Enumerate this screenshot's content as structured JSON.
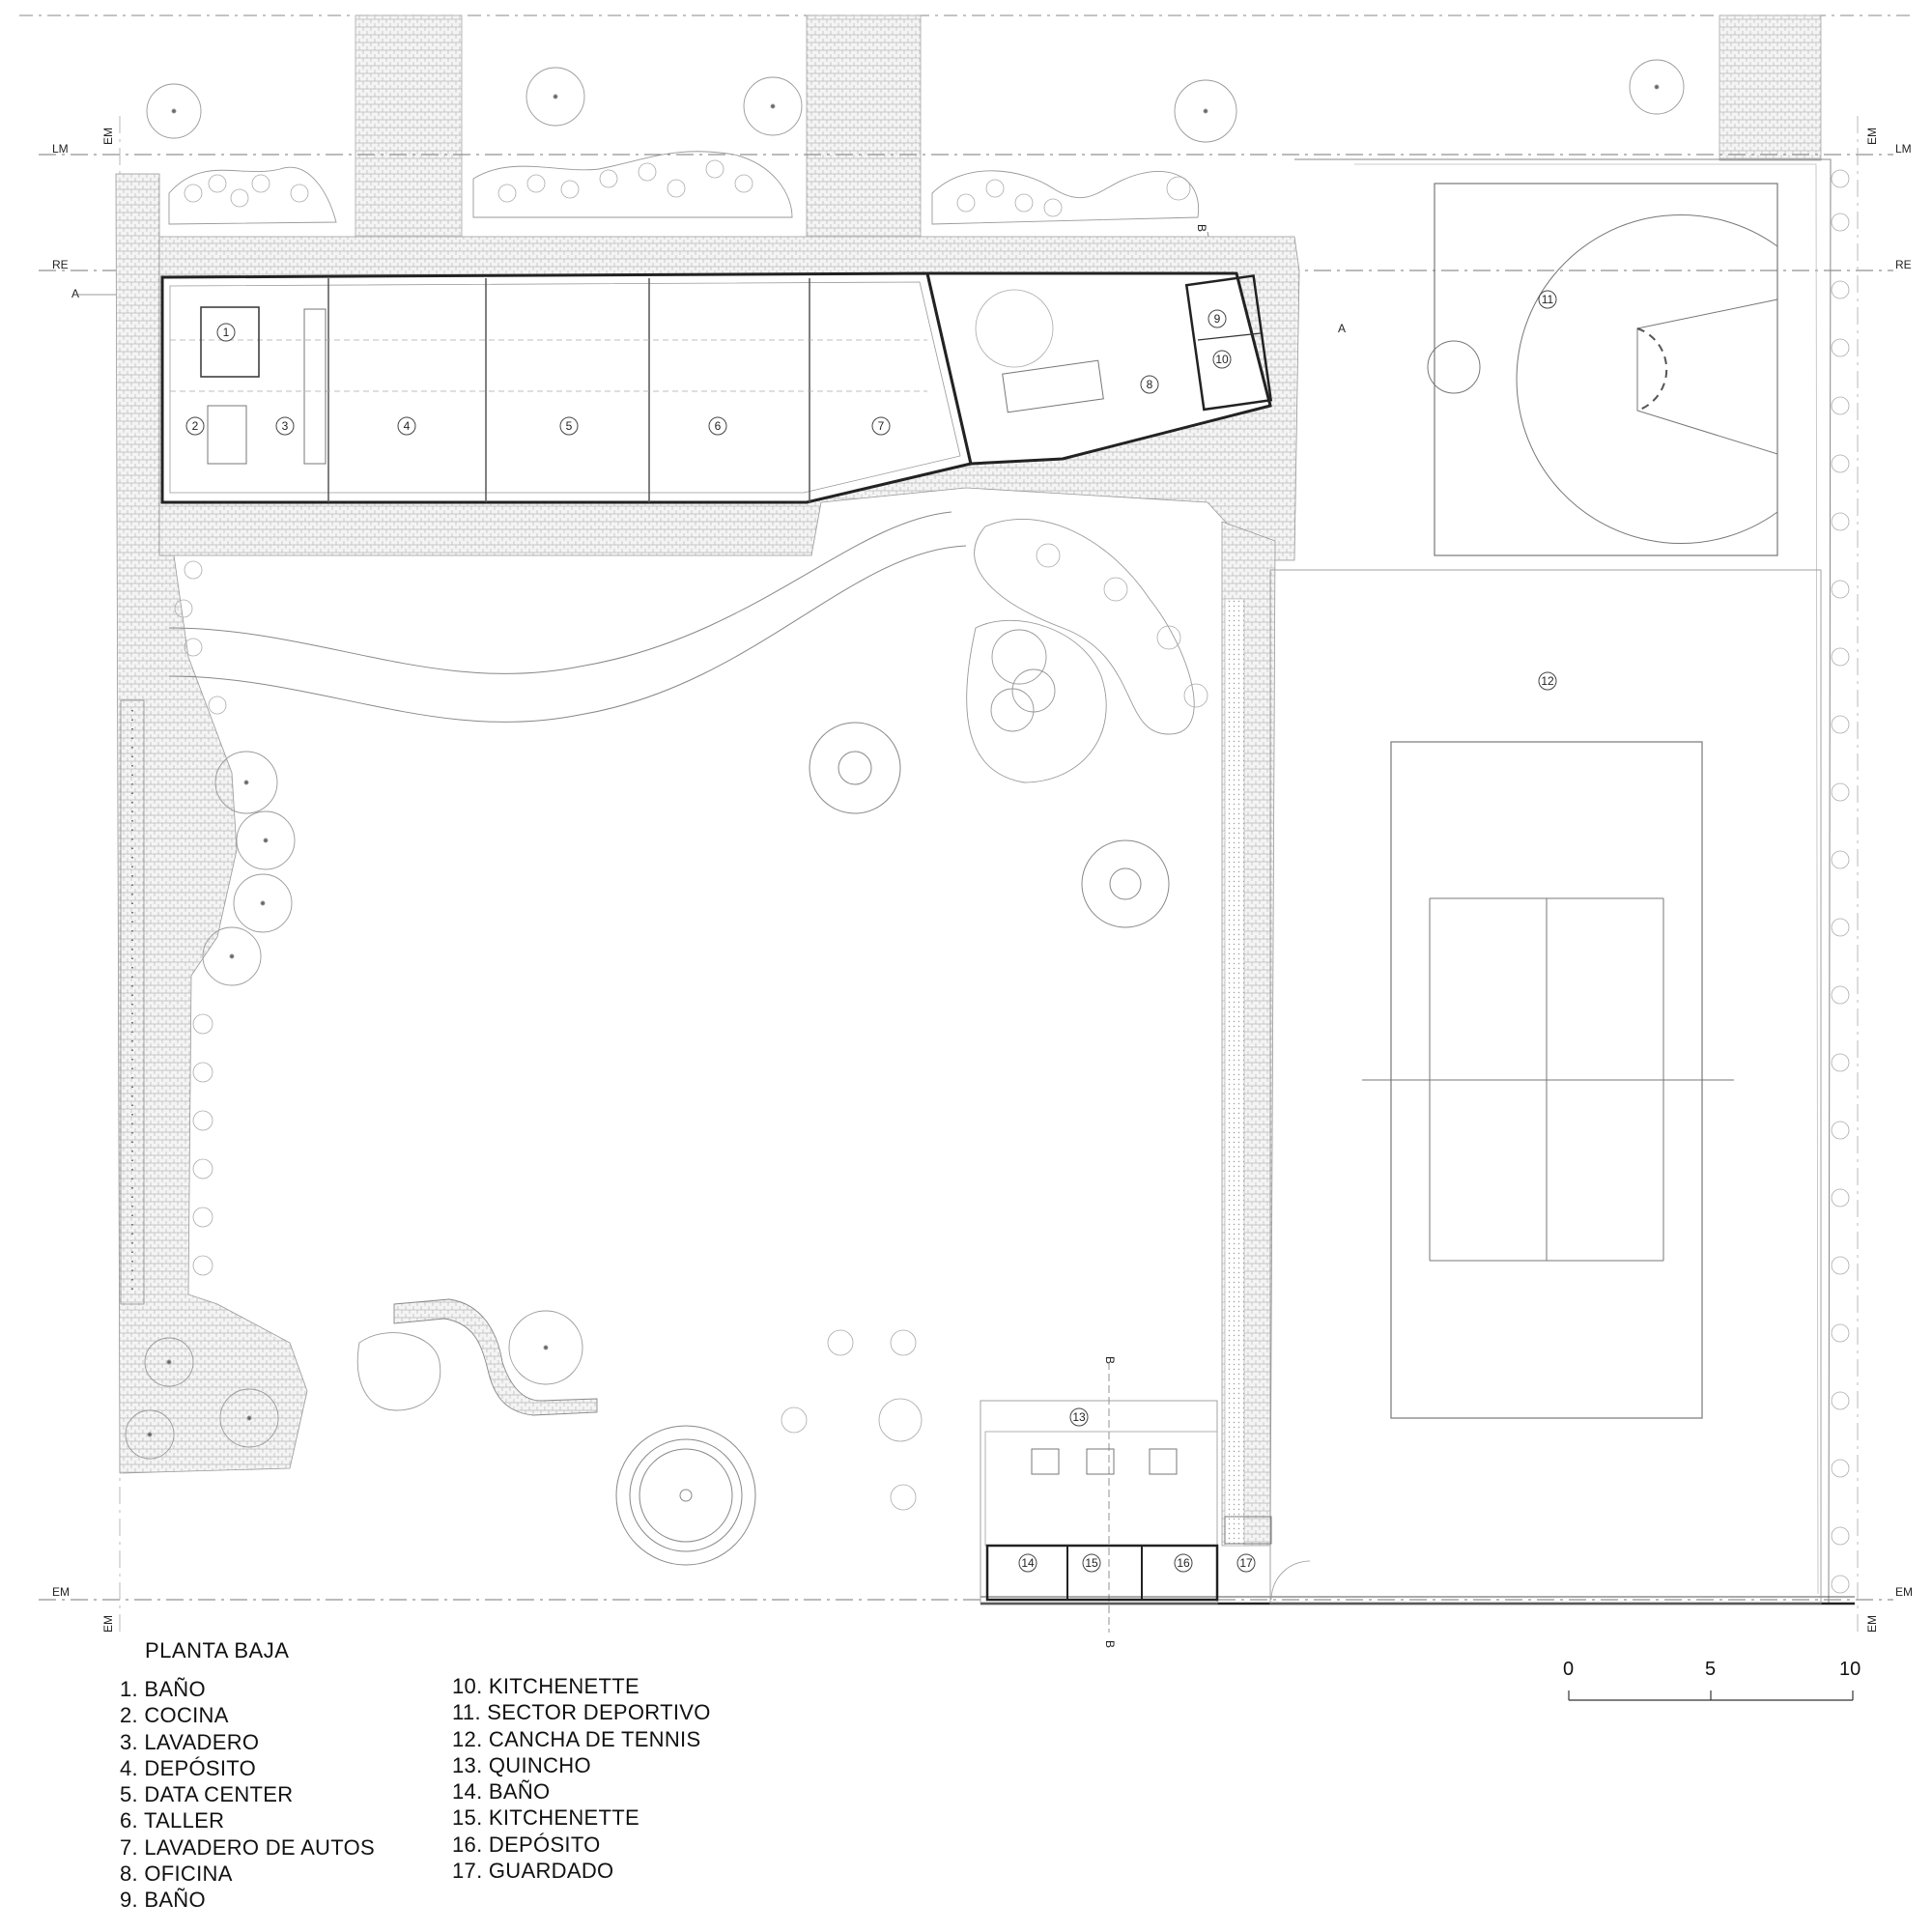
{
  "drawing": {
    "title": "PLANTA BAJA"
  },
  "grid_lines": {
    "lm": "LM",
    "re": "RE",
    "em": "EM",
    "section_a": "A",
    "section_b": "B"
  },
  "legend": {
    "col1": [
      "1. BAÑO",
      "2. COCINA",
      "3. LAVADERO",
      "4. DEPÓSITO",
      "5. DATA CENTER",
      "6. TALLER",
      "7. LAVADERO DE AUTOS",
      "8. OFICINA",
      "9. BAÑO"
    ],
    "col2": [
      "10. KITCHENETTE",
      "11. SECTOR DEPORTIVO",
      "12. CANCHA DE TENNIS",
      "13. QUINCHO",
      "14. BAÑO",
      "15. KITCHENETTE",
      "16. DEPÓSITO",
      "17. GUARDADO"
    ]
  },
  "room_numbers": [
    "1",
    "2",
    "3",
    "4",
    "5",
    "6",
    "7",
    "8",
    "9",
    "10",
    "11",
    "12",
    "13",
    "14",
    "15",
    "16",
    "17"
  ],
  "scale": {
    "ticks": [
      "0",
      "5",
      "10"
    ]
  },
  "colors": {
    "line": "#333333",
    "light_line": "#9a9a9a",
    "paving": "#cfcfcf"
  }
}
